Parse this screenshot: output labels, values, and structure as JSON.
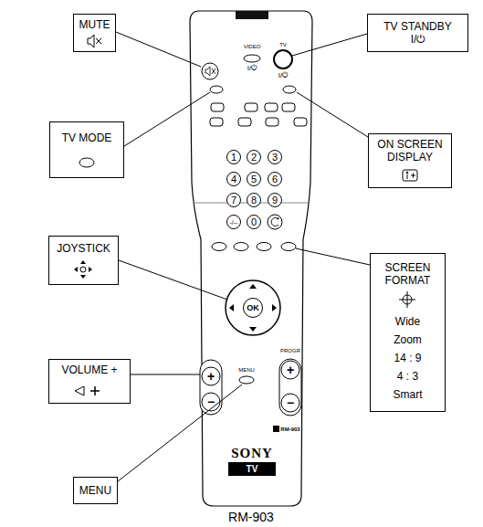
{
  "diagram": {
    "caption": "RM-903",
    "nodes": [
      {
        "text": [
          "MUTE"
        ]
      },
      {
        "text": [
          "TV STANDBY",
          "I/⏻"
        ]
      },
      {
        "text": [
          "TV MODE"
        ]
      },
      {
        "text": [
          "ON SCREEN DISPLAY"
        ]
      },
      {
        "text": [
          "1"
        ]
      },
      {
        "text": [
          "2"
        ]
      },
      {
        "text": [
          "3"
        ]
      },
      {
        "text": [
          "4"
        ]
      },
      {
        "text": [
          "5"
        ]
      },
      {
        "text": [
          "6"
        ]
      },
      {
        "text": [
          "7"
        ]
      },
      {
        "text": [
          "8"
        ]
      },
      {
        "text": [
          "9"
        ]
      },
      {
        "text": [
          "-/--"
        ]
      },
      {
        "text": [
          "0"
        ]
      },
      {
        "text": [
          "JOYSTICK"
        ]
      },
      {
        "text": [
          "SCREEN FORMAT",
          "Wide",
          "Zoom",
          "14 : 9",
          "4 : 3",
          "Smart"
        ]
      },
      {
        "text": [
          "OK"
        ]
      },
      {
        "text": [
          "VOLUME +"
        ]
      },
      {
        "text": [
          "MENU"
        ]
      }
    ],
    "labels": [
      "VIDEO",
      "TV",
      "I/⏻",
      "I/⏻",
      "PROGR",
      "MENU",
      "+",
      "+",
      "−",
      "−",
      "RM-903",
      "SONY",
      "TV"
    ]
  }
}
